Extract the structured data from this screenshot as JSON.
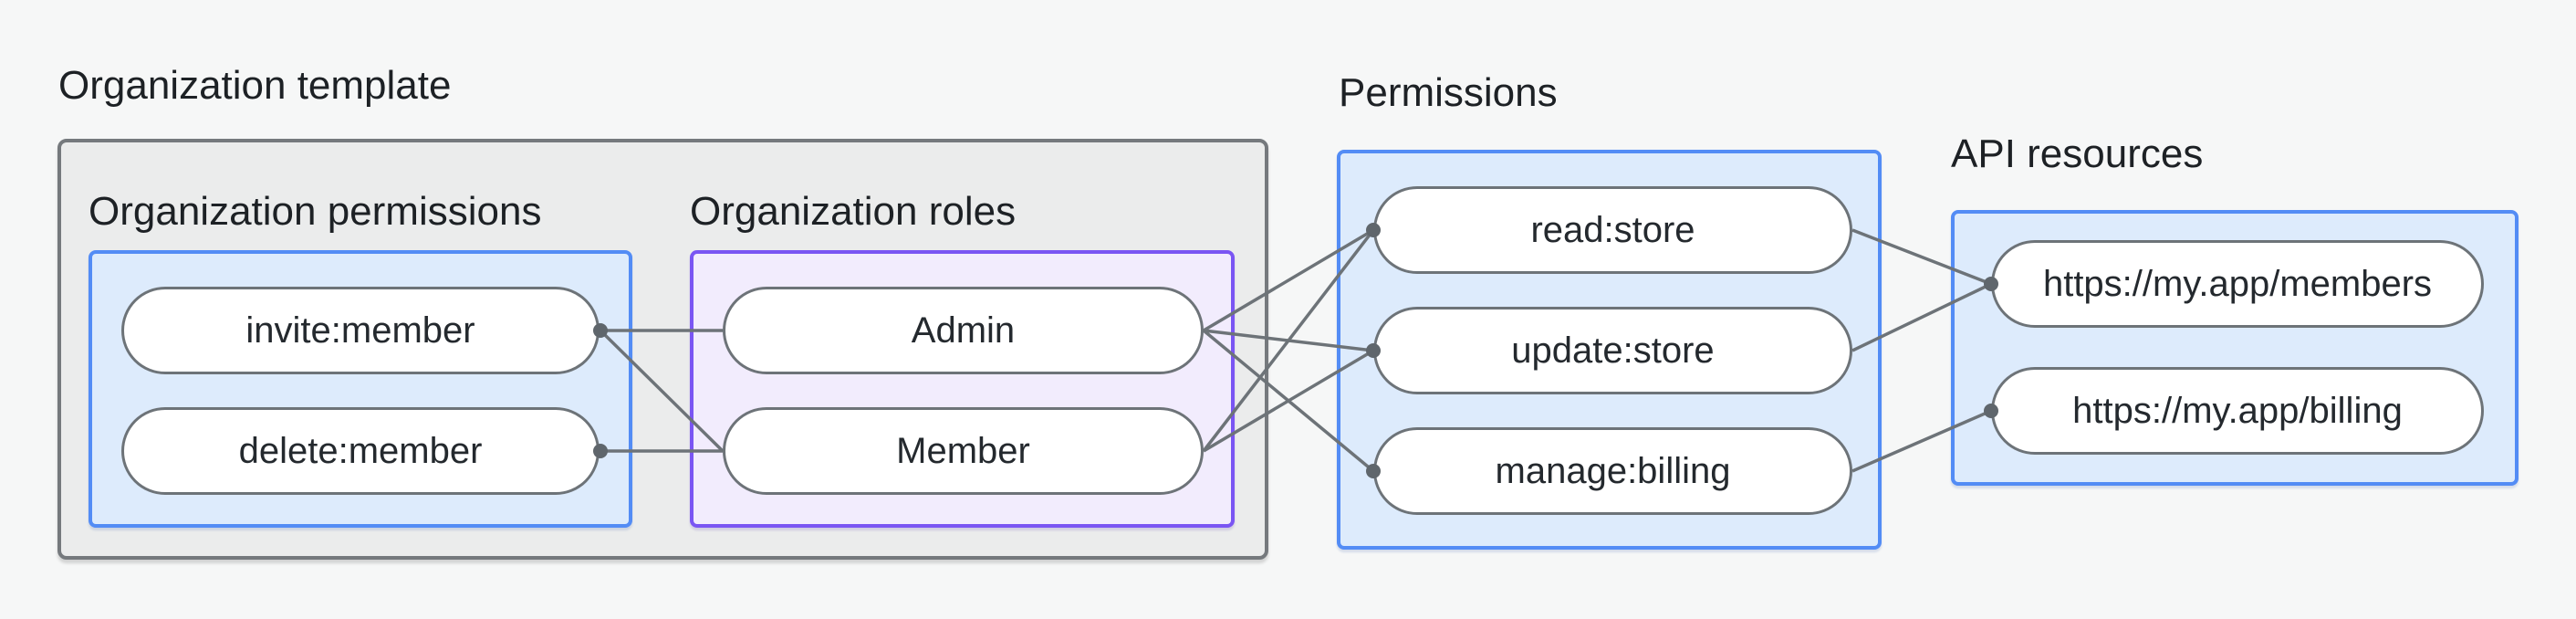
{
  "diagram": {
    "template": {
      "title": "Organization template"
    },
    "sections": {
      "org_permissions": {
        "label": "Organization permissions",
        "nodes": [
          "invite:member",
          "delete:member"
        ]
      },
      "org_roles": {
        "label": "Organization roles",
        "nodes": [
          "Admin",
          "Member"
        ]
      },
      "permissions": {
        "label": "Permissions",
        "nodes": [
          "read:store",
          "update:store",
          "manage:billing"
        ]
      },
      "api_resources": {
        "label": "API resources",
        "nodes": [
          "https://my.app/members",
          "https://my.app/billing"
        ]
      }
    },
    "edges": [
      {
        "from": "invite:member",
        "to": "Admin"
      },
      {
        "from": "invite:member",
        "to": "Member"
      },
      {
        "from": "delete:member",
        "to": "Member"
      },
      {
        "from": "Admin",
        "to": "read:store"
      },
      {
        "from": "Admin",
        "to": "update:store"
      },
      {
        "from": "Admin",
        "to": "manage:billing"
      },
      {
        "from": "Member",
        "to": "read:store"
      },
      {
        "from": "Member",
        "to": "update:store"
      },
      {
        "from": "read:store",
        "to": "https://my.app/members"
      },
      {
        "from": "update:store",
        "to": "https://my.app/members"
      },
      {
        "from": "manage:billing",
        "to": "https://my.app/billing"
      }
    ],
    "colors": {
      "background": "#f6f7f7",
      "template_fill": "#ebecec",
      "template_border": "#75797d",
      "blue_fill": "#ddebfc",
      "blue_border": "#538cf5",
      "purple_fill": "#f2ecfd",
      "purple_border": "#7a55f3",
      "node_fill": "#ffffff",
      "node_border": "#6d7378",
      "edge_line": "#6d7378",
      "edge_dot": "#5f666c",
      "text": "#1d2125"
    }
  }
}
